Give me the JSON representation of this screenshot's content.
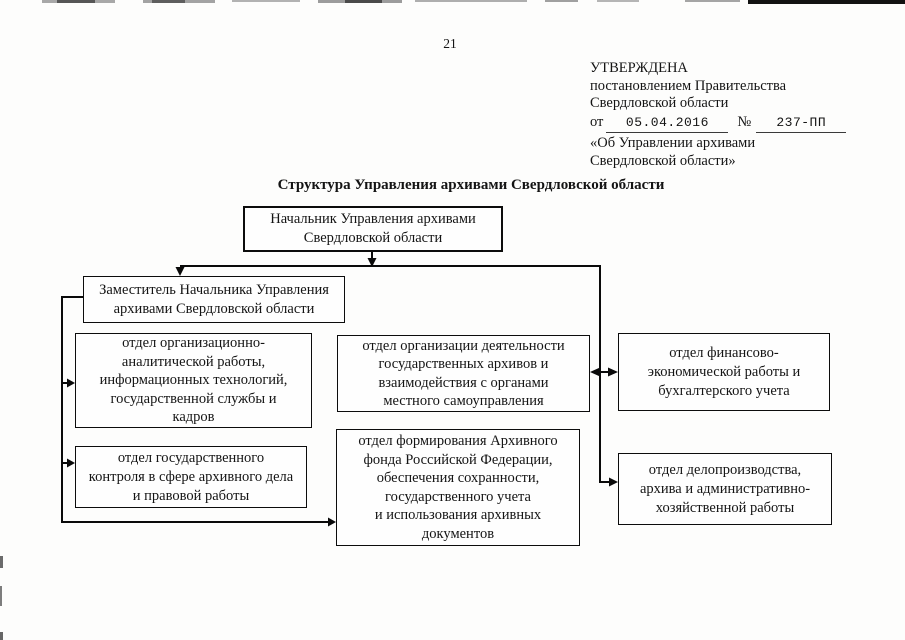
{
  "page_number": "21",
  "approval": {
    "line1": "УТВЕРЖДЕНА",
    "line2": "постановлением Правительства",
    "line3": "Свердловской области",
    "from_label": "от",
    "date_value": "05.04.2016",
    "no_label": "№",
    "no_value": "237-ПП",
    "line5": "«Об Управлении архивами",
    "line6": "Свердловской области»"
  },
  "title": "Структура Управления архивами Свердловской области",
  "orgchart": {
    "head": "Начальник Управления архивами\nСвердловской области",
    "deputy": "Заместитель Начальника Управления\nархивами Свердловской области",
    "dept_org_analytical": "отдел организационно-\nаналитической работы,\nинформационных технологий,\nгосударственной службы и\nкадров",
    "dept_archives_activity": "отдел организации деятельности\nгосударственных архивов и\nвзаимодействия с органами\nместного самоуправления",
    "dept_finance": "отдел финансово-\nэкономической работы и\nбухгалтерского учета",
    "dept_state_control": "отдел государственного\nконтроля в сфере архивного дела\nи правовой работы",
    "dept_archive_fund": "отдел формирования Архивного\nфонда Российской Федерации,\nобеспечения сохранности,\nгосударственного учета\nи использования архивных\nдокументов",
    "dept_records": "отдел делопроизводства,\nархива и административно-\nхозяйственной работы"
  }
}
